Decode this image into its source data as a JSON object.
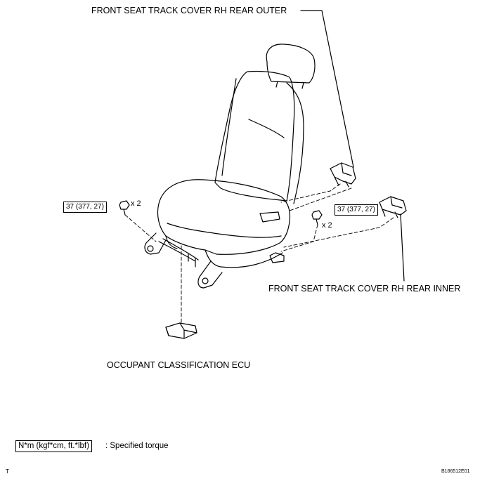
{
  "labels": {
    "cover_outer": "FRONT SEAT TRACK COVER RH REAR OUTER",
    "cover_inner": "FRONT SEAT TRACK COVER RH REAR INNER",
    "ecu": "OCCUPANT CLASSIFICATION ECU"
  },
  "torque": {
    "left_value": "37 (377, 27)",
    "right_value": "37 (377, 27)",
    "left_qty": "x 2",
    "right_qty": "x 2"
  },
  "legend": {
    "units": "N*m (kgf*cm, ft.*lbf)",
    "description": ": Specified torque"
  },
  "corner": {
    "left": "T",
    "right": "B186512E01"
  }
}
